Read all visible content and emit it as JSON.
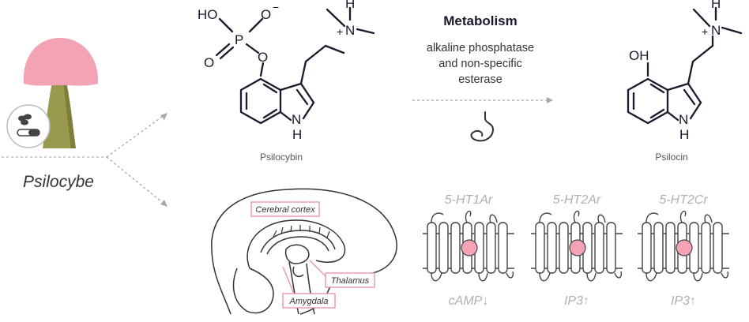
{
  "organism": {
    "label": "Psilocybe"
  },
  "psilocybin": {
    "name": "Psilocybin",
    "atoms": {
      "ho": "HO",
      "o_minus": "O",
      "minus": "−",
      "p": "P",
      "o_double": "O",
      "o_link": "O",
      "n_plus": "N",
      "plus": "+",
      "h_n": "H",
      "nh_n": "N",
      "nh_h": "H"
    }
  },
  "metabolism": {
    "title": "Metabolism",
    "lines": [
      "alkaline phosphatase",
      "and non-specific",
      "esterase"
    ],
    "icon": "stomach-icon"
  },
  "psilocin": {
    "name": "Psilocin",
    "atoms": {
      "oh": "OH",
      "n_plus": "N",
      "plus": "+",
      "h_n": "H",
      "nh_n": "N",
      "nh_h": "H"
    }
  },
  "brain": {
    "regions": [
      "Cerebral cortex",
      "Thalamus",
      "Amygdala"
    ],
    "accent": "#e8909e"
  },
  "receptors": [
    {
      "name": "5-HT1Ar",
      "effect": "cAMP↓"
    },
    {
      "name": "5-HT2Ar",
      "effect": "IP3↑"
    },
    {
      "name": "5-HT2Cr",
      "effect": "IP3↑"
    }
  ],
  "colors": {
    "mushroom_cap": "#f4a3b5",
    "mushroom_stem": "#9a9a4e",
    "ligand": "#f4a3b5",
    "molecule": "#1a1a2e",
    "arrow": "#a8a8a8"
  }
}
